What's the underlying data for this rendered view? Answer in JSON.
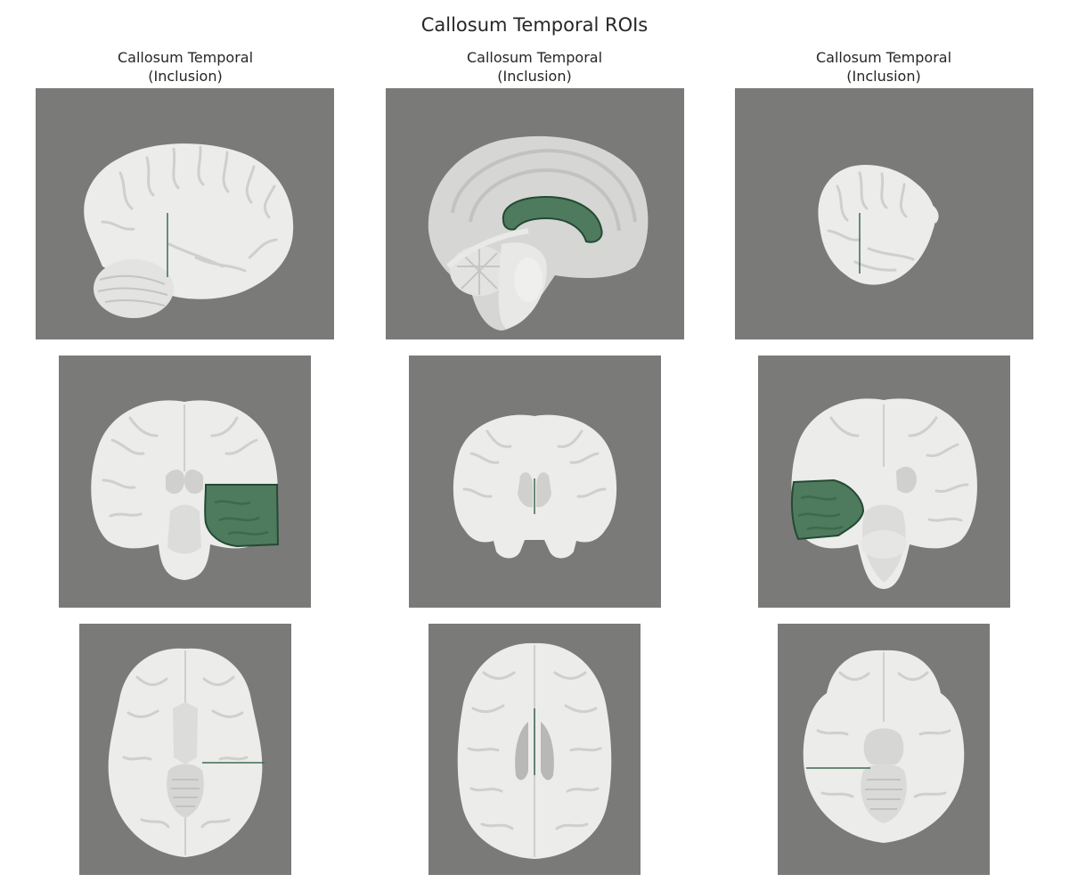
{
  "figure": {
    "title": "Callosum Temporal ROIs",
    "column_titles": [
      [
        "Callosum Temporal",
        "(Inclusion)"
      ],
      [
        "Callosum Temporal",
        "(Inclusion)"
      ],
      [
        "Callosum Temporal",
        "(Inclusion)"
      ]
    ]
  },
  "colors": {
    "background": "#7a7b79",
    "brain_tissue": "#ececeb",
    "roi_fill": "#4e7a5e",
    "roi_outline": "#244a33"
  },
  "panels": [
    {
      "view": "sagittal",
      "roi": "line"
    },
    {
      "view": "sagittal-midline",
      "roi": "corpus-callosum"
    },
    {
      "view": "sagittal",
      "roi": "line"
    },
    {
      "view": "coronal",
      "roi": "right-temporal-block"
    },
    {
      "view": "coronal",
      "roi": "midline-line"
    },
    {
      "view": "coronal",
      "roi": "left-temporal-block"
    },
    {
      "view": "axial",
      "roi": "horizontal-line"
    },
    {
      "view": "axial",
      "roi": "midline-line"
    },
    {
      "view": "axial",
      "roi": "horizontal-line"
    }
  ]
}
